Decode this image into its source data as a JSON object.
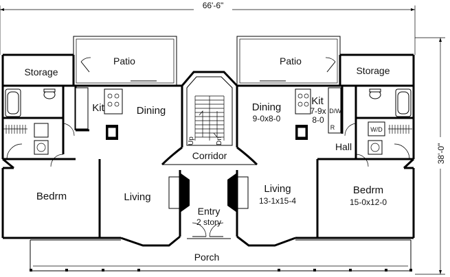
{
  "dimensions": {
    "width": "66'-6\"",
    "depth": "38'-0\""
  },
  "rooms": {
    "left_storage": "Storage",
    "left_patio": "Patio",
    "left_kit": "Kit",
    "left_dining": "Dining",
    "left_bedrm": "Bedrm",
    "left_living": "Living",
    "right_patio": "Patio",
    "right_storage": "Storage",
    "right_dining": "Dining",
    "right_dining_size": "9-0x8-0",
    "right_kit": "Kit",
    "right_kit_size_1": "7-9x",
    "right_kit_size_2": "8-0",
    "right_dw": "D/W",
    "right_r": "R",
    "right_wd": "W/D",
    "right_hall": "Hall",
    "right_bedrm": "Bedrm",
    "right_bedrm_size": "15-0x12-0",
    "right_living": "Living",
    "right_living_size": "13-1x15-4",
    "corridor": "Corridor",
    "stair_up": "Up",
    "stair_dn": "Dn",
    "entry": "Entry",
    "entry_note": "2 story",
    "porch": "Porch"
  }
}
